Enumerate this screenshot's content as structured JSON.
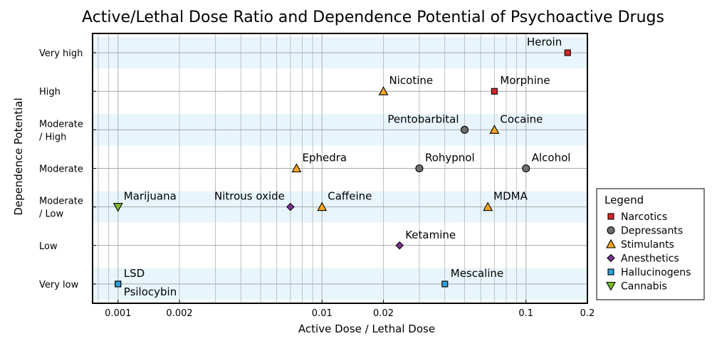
{
  "chart_data": {
    "type": "scatter",
    "title": "Active/Lethal Dose Ratio and Dependence Potential of Psychoactive Drugs",
    "xlabel": "Active Dose / Lethal Dose",
    "ylabel": "Dependence Potential",
    "xscale": "log",
    "xlim": [
      0.00075,
      0.2
    ],
    "xticks": [
      {
        "value": 0.001,
        "label": "0.001"
      },
      {
        "value": 0.002,
        "label": "0.002"
      },
      {
        "value": 0.01,
        "label": "0.01"
      },
      {
        "value": 0.02,
        "label": "0.02"
      },
      {
        "value": 0.1,
        "label": "0.1"
      },
      {
        "value": 0.2,
        "label": "0.2"
      }
    ],
    "categories": [
      {
        "label": "Very high",
        "label2": ""
      },
      {
        "label": "High",
        "label2": ""
      },
      {
        "label": "Moderate",
        "label2": "/ High"
      },
      {
        "label": "Moderate",
        "label2": ""
      },
      {
        "label": "Moderate",
        "label2": "/ Low"
      },
      {
        "label": "Low",
        "label2": ""
      },
      {
        "label": "Very low",
        "label2": ""
      }
    ],
    "grid": true,
    "band_color": "#e8f5fc",
    "legend": {
      "title": "Legend",
      "position": "right",
      "items": [
        {
          "name": "Narcotics",
          "marker": "square",
          "color": "#d62728"
        },
        {
          "name": "Depressants",
          "marker": "circle",
          "color": "#6e6e6e"
        },
        {
          "name": "Stimulants",
          "marker": "triangle",
          "color": "#f5a623"
        },
        {
          "name": "Anesthetics",
          "marker": "diamond",
          "color": "#7b3294"
        },
        {
          "name": "Hallucinogens",
          "marker": "square",
          "color": "#2e9fd8"
        },
        {
          "name": "Cannabis",
          "marker": "triangle-down",
          "color": "#7dbb2a"
        }
      ]
    },
    "points": [
      {
        "label": "Heroin",
        "x": 0.16,
        "y": "Very high",
        "group": "Narcotics",
        "anchor": "above-left"
      },
      {
        "label": "Nicotine",
        "x": 0.02,
        "y": "High",
        "group": "Stimulants",
        "anchor": "above-right"
      },
      {
        "label": "Morphine",
        "x": 0.07,
        "y": "High",
        "group": "Narcotics",
        "anchor": "above-right"
      },
      {
        "label": "Pentobarbital",
        "x": 0.05,
        "y": "Moderate / High",
        "group": "Depressants",
        "anchor": "above-left"
      },
      {
        "label": "Cocaine",
        "x": 0.07,
        "y": "Moderate / High",
        "group": "Stimulants",
        "anchor": "above-right"
      },
      {
        "label": "Ephedra",
        "x": 0.0075,
        "y": "Moderate",
        "group": "Stimulants",
        "anchor": "above-right"
      },
      {
        "label": "Rohypnol",
        "x": 0.03,
        "y": "Moderate",
        "group": "Depressants",
        "anchor": "above-right"
      },
      {
        "label": "Alcohol",
        "x": 0.1,
        "y": "Moderate",
        "group": "Depressants",
        "anchor": "above-right"
      },
      {
        "label": "Marijuana",
        "x": 0.001,
        "y": "Moderate / Low",
        "group": "Cannabis",
        "anchor": "above-right"
      },
      {
        "label": "Nitrous oxide",
        "x": 0.007,
        "y": "Moderate / Low",
        "group": "Anesthetics",
        "anchor": "above-left"
      },
      {
        "label": "Caffeine",
        "x": 0.01,
        "y": "Moderate / Low",
        "group": "Stimulants",
        "anchor": "above-right"
      },
      {
        "label": "MDMA",
        "x": 0.065,
        "y": "Moderate / Low",
        "group": "Stimulants",
        "anchor": "above-right"
      },
      {
        "label": "Ketamine",
        "x": 0.024,
        "y": "Low",
        "group": "Anesthetics",
        "anchor": "above-right"
      },
      {
        "label": "LSD",
        "x": 0.001,
        "y": "Very low",
        "group": "Hallucinogens",
        "anchor": "above-right"
      },
      {
        "label": "Psilocybin",
        "x": 0.001,
        "y": "Very low",
        "group": "Hallucinogens",
        "anchor": "below-right"
      },
      {
        "label": "Mescaline",
        "x": 0.04,
        "y": "Very low",
        "group": "Hallucinogens",
        "anchor": "above-right"
      }
    ]
  }
}
